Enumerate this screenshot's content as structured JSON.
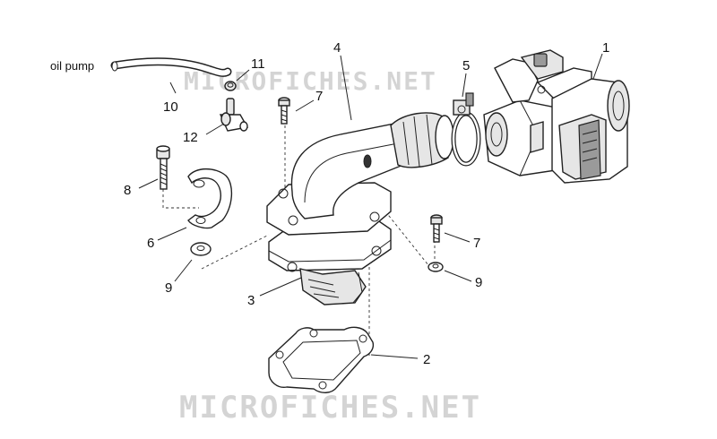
{
  "watermark": {
    "text": "MICROFICHES.NET",
    "color": "#d4d4d4"
  },
  "labels": {
    "oil_pump": "oil pump",
    "c1": "1",
    "c2": "2",
    "c3": "3",
    "c4": "4",
    "c5": "5",
    "c6": "6",
    "c7a": "7",
    "c7b": "7",
    "c8": "8",
    "c9a": "9",
    "c9b": "9",
    "c10": "10",
    "c11": "11",
    "c12": "12"
  }
}
